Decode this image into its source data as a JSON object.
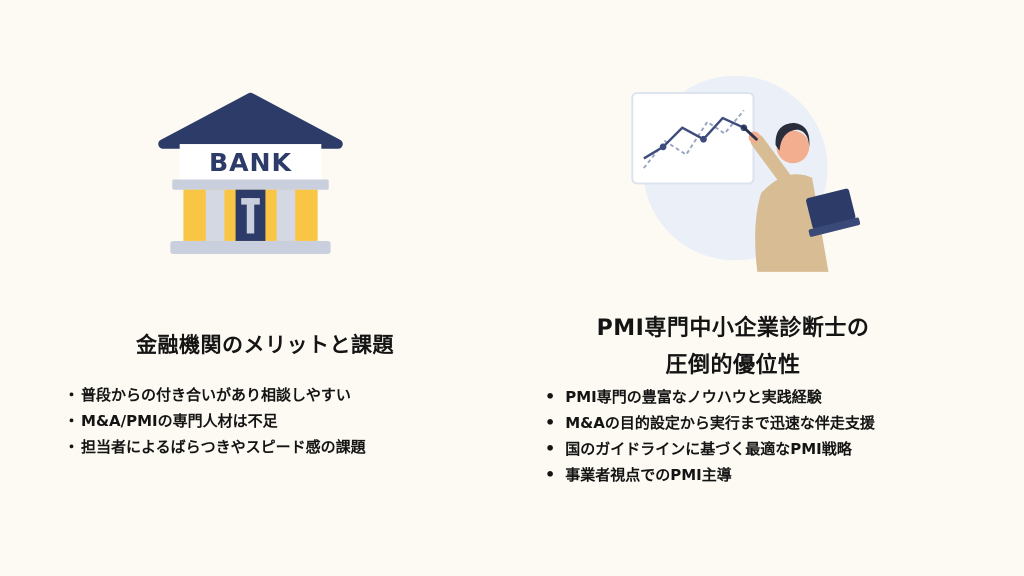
{
  "left": {
    "icon": "bank-icon",
    "bank_label": "BANK",
    "title": "金融機関のメリットと課題",
    "marker": "・",
    "bullets": [
      "普段からの付き合いがあり相談しやすい",
      "M&A/PMIの専門人材は不足",
      "担当者によるばらつきやスピード感の課題"
    ]
  },
  "right": {
    "icon": "presenter-with-chart-icon",
    "title_line1": "PMI専門中小企業診断士の",
    "title_line2": "圧倒的優位性",
    "marker": "•",
    "bullets": [
      "PMI専門の豊富なノウハウと実践経験",
      "M&Aの目的設定から実行まで迅速な伴走支援",
      "国のガイドラインに基づく最適なPMI戦略",
      "事業者視点でのPMI主導"
    ]
  },
  "colors": {
    "background": "#FCFAF2",
    "navy": "#2C3B68",
    "yellow": "#F9C544",
    "light_gray": "#C9CFDC",
    "circle_bg": "#EAEFF8",
    "chart_line": "#3D4C7C",
    "shirt_tan": "#D7BC94",
    "skin": "#F2AE8F",
    "hair": "#2A2E3C",
    "text": "#141414"
  }
}
